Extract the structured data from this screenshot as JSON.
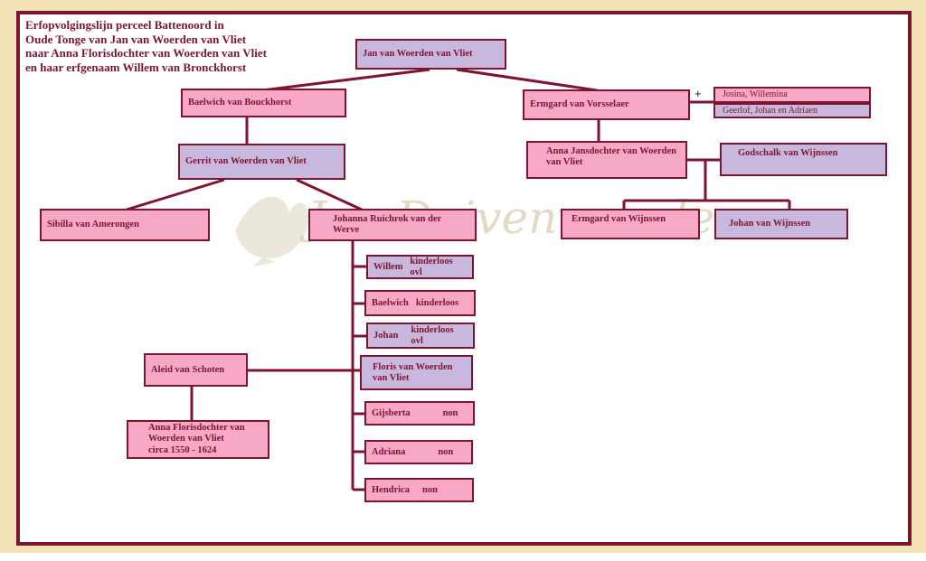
{
  "title": {
    "line1": "Erfopvolgingslijn perceel Battenoord in",
    "line2": "Oude Tonge van Jan van Woerden van Vliet",
    "line3": "naar Anna Florisdochter van Woerden van Vliet",
    "line4": "en haar erfgenaam Willem van Bronckhorst"
  },
  "nodes": {
    "jan": "Jan van Woerden van Vliet",
    "baelwich_bouckhorst": "Baelwich van Bouckhorst",
    "ermgard_vorsselaer": "Ermgard van Vorsselaer",
    "josina": "Josina, Willemina",
    "geerlof": "Geerlof, Johan en Adriaen",
    "gerrit": "Gerrit van Woerden van Vliet",
    "anna_jansdochter_1": "Anna Jansdochter van Woerden",
    "anna_jansdochter_2": "van Vliet",
    "godschalk": "Godschalk van Wijnssen",
    "sibilla": "Sibilla van Amerongen",
    "johanna": "Johanna Ruichrok van der Werve",
    "ermgard_wijnssen": "Ermgard van Wijnssen",
    "johan_wijnssen": "Johan van Wijnssen",
    "willem": "Willem",
    "willem_note": "kinderloos ovl",
    "baelwich": "Baelwich",
    "baelwich_note": "kinderloos",
    "johan": "Johan",
    "johan_note": "kinderloos ovl",
    "floris_1": "Floris van Woerden",
    "floris_2": "van Vliet",
    "aleid": "Aleid van Schoten",
    "gijsberta": "Gijsberta",
    "gijsberta_note": "non",
    "adriana": "Adriana",
    "adriana_note": "non",
    "hendrica": "Hendrica",
    "hendrica_note": "non",
    "anna_floris_1": "Anna Florisdochter van",
    "anna_floris_2": "Woerden van Vliet",
    "anna_floris_3": "circa 1550 - 1624"
  },
  "plus_sign": "+",
  "watermark": "Jan Duivenvoorden",
  "colors": {
    "border": "#7d1530",
    "pink": "#f6a8c6",
    "lavender": "#c9b8dd",
    "background": "#f2e2b6"
  }
}
